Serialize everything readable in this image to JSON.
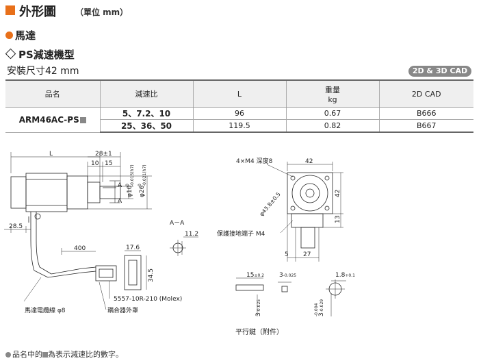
{
  "header": {
    "title": "外形圖",
    "unit": "（單位 mm）",
    "section": "馬達",
    "type_label": "PS減速機型",
    "size_label": "安裝尺寸42 mm",
    "cad_badge": "2D & 3D CAD"
  },
  "table": {
    "columns": [
      "品名",
      "減速比",
      "L",
      "重量",
      "kg",
      "2D CAD"
    ],
    "model": "ARM46AC-PS",
    "rows": [
      {
        "ratio": "5、7.2、10",
        "L": "96",
        "weight": "0.67",
        "cad": "B666"
      },
      {
        "ratio": "25、36、50",
        "L": "119.5",
        "weight": "0.82",
        "cad": "B667"
      }
    ]
  },
  "drawing": {
    "L": "L",
    "d28": "28±1",
    "d10": "10",
    "d15": "15",
    "phi10": "φ10",
    "tol10": "-0.015(h7)",
    "phi26": "φ26",
    "tol26": "-0.021(h7)",
    "zero": "0",
    "a_mark": "A",
    "d28_5": "28.5",
    "d400": "400",
    "d17_6": "17.6",
    "d34_5": "34.5",
    "aa": "A－A",
    "d11_2": "11.2",
    "screws": "4×M4 深度8",
    "d42": "42",
    "d42v": "42",
    "d13": "13",
    "phi43": "φ43.8±0.5",
    "ground": "保護接地端子 M4",
    "d5": "5",
    "d27": "27",
    "molex": "5557-10R-210 (Molex)",
    "cable": "馬達電纜線 φ8",
    "cover": "耦合器外罩",
    "key1": "15",
    "key1_tol": "±0.2",
    "key2": "3",
    "key2_tol": "-0.025",
    "key3": "1.8",
    "key3_tol": "+0.1",
    "key4": "3",
    "key4_tol": "-0.025",
    "key5": "3",
    "key5_tol": "-0.029",
    "key5_tol_b": "-0.004",
    "key_label": "平行鍵（附件）"
  },
  "footnote": {
    "pre": "品名中的",
    "post": "為表示減速比的數字。"
  }
}
